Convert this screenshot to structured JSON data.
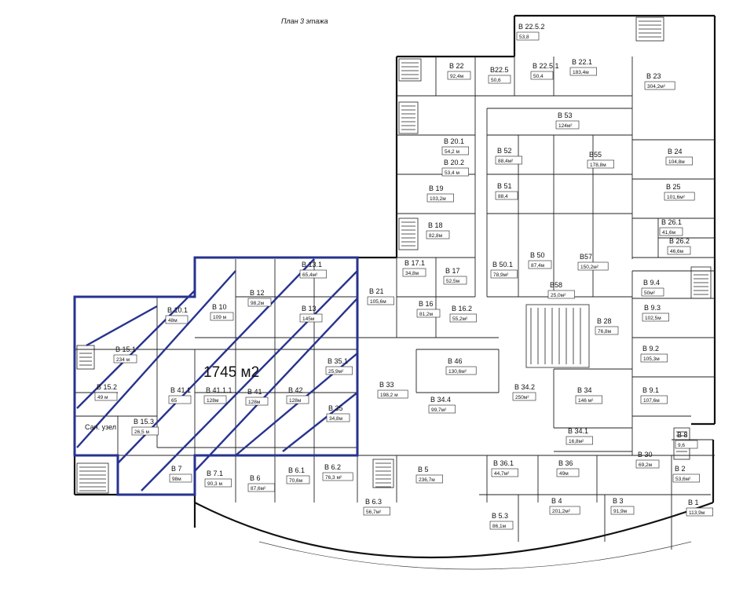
{
  "plan": {
    "title": "План 3 этажа",
    "highlight_area": "1745 м2",
    "colors": {
      "walls": "#111111",
      "lines": "#222222",
      "highlight": "#27338f",
      "background": "#ffffff"
    },
    "rooms": [
      {
        "id": "B 22.5.2",
        "area": "53,8"
      },
      {
        "id": "B 22.1",
        "area": "183,4м"
      },
      {
        "id": "B 22",
        "area": "92,4м"
      },
      {
        "id": "B22.5",
        "area": "50,6"
      },
      {
        "id": "B 22.5.1",
        "area": "50,4"
      },
      {
        "id": "B 23",
        "area": "304,2м²"
      },
      {
        "id": "B 53",
        "area": "124м²"
      },
      {
        "id": "B 20.1",
        "area": "54,2 м"
      },
      {
        "id": "B 52",
        "area": "88,4м²"
      },
      {
        "id": "B55",
        "area": "178,8м"
      },
      {
        "id": "B 24",
        "area": "104,8м"
      },
      {
        "id": "B 20.2",
        "area": "53,4 м"
      },
      {
        "id": "B 51",
        "area": "88,4"
      },
      {
        "id": "B 19",
        "area": "103,2м"
      },
      {
        "id": "B 25",
        "area": "101,6м²"
      },
      {
        "id": "B 18",
        "area": "82,8м"
      },
      {
        "id": "B 26.1",
        "area": "41,6м"
      },
      {
        "id": "B 26.2",
        "area": "46,6м"
      },
      {
        "id": "B 17.1",
        "area": "34,8м"
      },
      {
        "id": "B 17",
        "area": "52,5м"
      },
      {
        "id": "B 50.1",
        "area": "78,9м²"
      },
      {
        "id": "B 50",
        "area": "87,4м"
      },
      {
        "id": "B57",
        "area": "150,2м²"
      },
      {
        "id": "B 9.4",
        "area": "50м²"
      },
      {
        "id": "B 21",
        "area": "105,6м"
      },
      {
        "id": "B 16",
        "area": "81,2м"
      },
      {
        "id": "B 16.2",
        "area": "55,2м²"
      },
      {
        "id": "B58",
        "area": "25,0м²"
      },
      {
        "id": "B 28",
        "area": "76,8м"
      },
      {
        "id": "B 9.3",
        "area": "102,5м"
      },
      {
        "id": "B 13.1",
        "area": "65,4м²"
      },
      {
        "id": "B 12",
        "area": "98,2м"
      },
      {
        "id": "B 10.1",
        "area": "48м"
      },
      {
        "id": "B 10",
        "area": "109 м"
      },
      {
        "id": "B 13",
        "area": "145м"
      },
      {
        "id": "B 15.1",
        "area": "234 м"
      },
      {
        "id": "B 46",
        "area": "130,6м²"
      },
      {
        "id": "B 9.2",
        "area": "105,3м"
      },
      {
        "id": "B 33",
        "area": "198,2 м"
      },
      {
        "id": "B 34.2",
        "area": "250м²"
      },
      {
        "id": "B 34",
        "area": "146 м²"
      },
      {
        "id": "B 9.1",
        "area": "107,6м"
      },
      {
        "id": "B 15.2",
        "area": "49 м"
      },
      {
        "id": "B 41.1",
        "area": "65"
      },
      {
        "id": "B 41.1.1",
        "area": "128м"
      },
      {
        "id": "B 41",
        "area": "128м"
      },
      {
        "id": "B 42",
        "area": "128м"
      },
      {
        "id": "B 35.1",
        "area": "25,9м²"
      },
      {
        "id": "B 35",
        "area": "34,8м"
      },
      {
        "id": "B 34.4",
        "area": "99,7м²"
      },
      {
        "id": "B 15.3",
        "area": "26,5 м"
      },
      {
        "id": "Сан. узел",
        "area": ""
      },
      {
        "id": "B 34.1",
        "area": "16,8м²"
      },
      {
        "id": "B 8",
        "area": "9,6"
      },
      {
        "id": "B 30",
        "area": "69,2м"
      },
      {
        "id": "B 7",
        "area": "98м"
      },
      {
        "id": "B 7.1",
        "area": "90,3 м"
      },
      {
        "id": "B 6",
        "area": "87,6м²"
      },
      {
        "id": "B 6.1",
        "area": "70,6м"
      },
      {
        "id": "B 6.2",
        "area": "76,3 м²"
      },
      {
        "id": "B 5",
        "area": "236,7м"
      },
      {
        "id": "B 36.1",
        "area": "44,7м²"
      },
      {
        "id": "B 36",
        "area": "49м"
      },
      {
        "id": "B 2",
        "area": "53,6м²"
      },
      {
        "id": "B 6.3",
        "area": "56,7м²"
      },
      {
        "id": "B 5.3",
        "area": "86,1м"
      },
      {
        "id": "B 4",
        "area": "201,2м²"
      },
      {
        "id": "B 3",
        "area": "91,9м"
      },
      {
        "id": "B 1",
        "area": "113,9м"
      }
    ]
  }
}
